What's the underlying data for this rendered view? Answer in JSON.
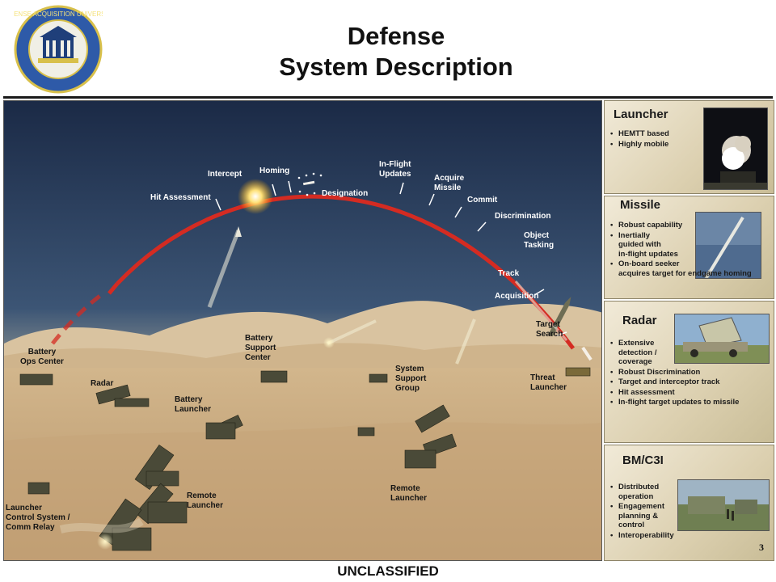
{
  "title": {
    "line1": "Defense",
    "line2": "System Description"
  },
  "logo": {
    "text": "DEFENSE ACQUISITION UNIVERSITY"
  },
  "sky_labels": {
    "hit_assessment": "Hit Assessment",
    "intercept": "Intercept",
    "homing": "Homing",
    "designation": "Designation",
    "in_flight_updates": "In-Flight\nUpdates",
    "acquire_missile": "Acquire\nMissile",
    "commit": "Commit",
    "discrimination": "Discrimination",
    "object_tasking": "Object\nTasking",
    "track": "Track",
    "acquisition": "Acquisition",
    "target_search": "Target\nSearch"
  },
  "ground_labels": {
    "battery_ops_center": "Battery\nOps Center",
    "radar": "Radar",
    "battery_support_center": "Battery\nSupport\nCenter",
    "system_support_group": "System\nSupport\nGroup",
    "threat_launcher": "Threat\nLauncher",
    "battery_launcher": "Battery\nLauncher",
    "remote_launcher_center": "Remote\nLauncher",
    "remote_launcher_right": "Remote\nLauncher",
    "launcher_control": "Launcher\nControl System /\nComm Relay"
  },
  "panels": {
    "launcher": {
      "title": "Launcher",
      "items": [
        "HEMTT based",
        "Highly mobile"
      ],
      "icon": "launch-photo-icon"
    },
    "missile": {
      "title": "Missile",
      "items": [
        "Robust capability",
        "Inertially\nguided with\nin-flight updates",
        "On-board seeker\nacquires target for endgame homing"
      ],
      "icon": "missile-photo-icon"
    },
    "radar": {
      "title": "Radar",
      "items": [
        "Extensive\ndetection /\ncoverage",
        "Robust Discrimination",
        "Target and interceptor track",
        "Hit assessment",
        "In-flight target updates to missile"
      ],
      "icon": "radar-photo-icon"
    },
    "bmc3i": {
      "title": "BM/C3I",
      "items": [
        "Distributed\noperation",
        "Engagement\nplanning &\ncontrol",
        "Interoperability"
      ],
      "icon": "c3i-photo-icon"
    }
  },
  "page_number": "3",
  "footer": "UNCLASSIFIED",
  "colors": {
    "trajectory": "#d42b22",
    "sky": "#20324e",
    "sand": "#c9ac82",
    "panel": "#e6dcc2"
  }
}
